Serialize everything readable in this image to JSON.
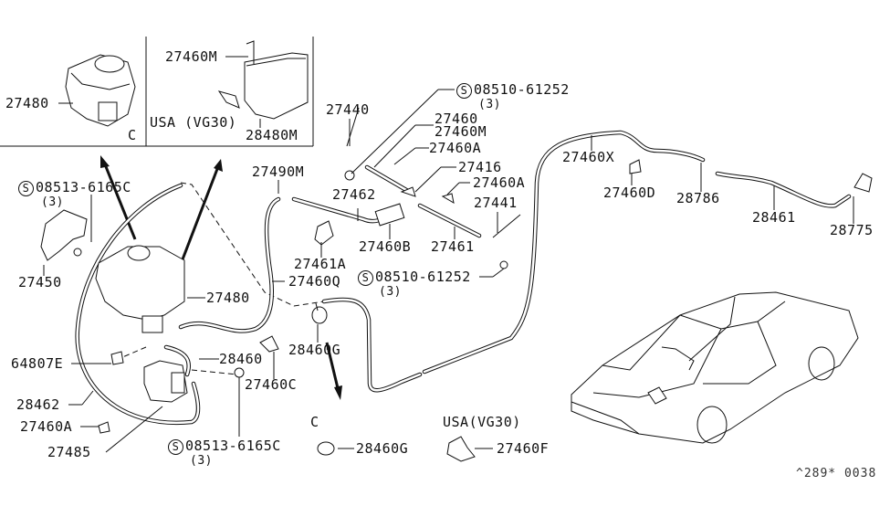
{
  "inset_boxes": {
    "left": {
      "part": "27480",
      "variant": "C"
    },
    "right": {
      "parts": [
        "27460M",
        "28480M"
      ],
      "variant": "USA (VG30)"
    }
  },
  "labels": {
    "p27480_inset": "27480",
    "p27460M_inset": "27460M",
    "p28480M": "28480M",
    "variant_C_inset": "C",
    "variant_usa_inset": "USA (VG30)",
    "bolt_08513_top": "08513-6165C",
    "bolt_08513_top_qty": "(3)",
    "p27450": "27450",
    "p27480_main": "27480",
    "p64807E": "64807E",
    "p28462": "28462",
    "p27460A_left": "27460A",
    "p27485": "27485",
    "p28460": "28460",
    "p27460C": "27460C",
    "bolt_08513_bottom": "08513-6165C",
    "bolt_08513_bottom_qty": "(3)",
    "p27490M": "27490M",
    "p27440": "27440",
    "bolt_08510_top": "08510-61252",
    "bolt_08510_top_qty": "(3)",
    "p27460": "27460",
    "p27460M": "27460M",
    "p27460A_mid": "27460A",
    "p27416": "27416",
    "p27460A_right": "27460A",
    "p27462": "27462",
    "p27441": "27441",
    "p27460B": "27460B",
    "p27461": "27461",
    "p27461A": "27461A",
    "p27460Q": "27460Q",
    "bolt_08510_bottom": "08510-61252",
    "bolt_08510_bottom_qty": "(3)",
    "p28460G": "28460G",
    "variant_C_bottom": "C",
    "p28460G_C": "28460G",
    "variant_usa_bottom": "USA(VG30)",
    "p27460F": "27460F",
    "p27460X": "27460X",
    "p27460D": "27460D",
    "p28786": "28786",
    "p28461": "28461",
    "p28775": "28775",
    "s_symbol": "S"
  },
  "footer_code": "^289* 0038",
  "icons": {
    "screw_symbol": "circled-s-icon"
  }
}
